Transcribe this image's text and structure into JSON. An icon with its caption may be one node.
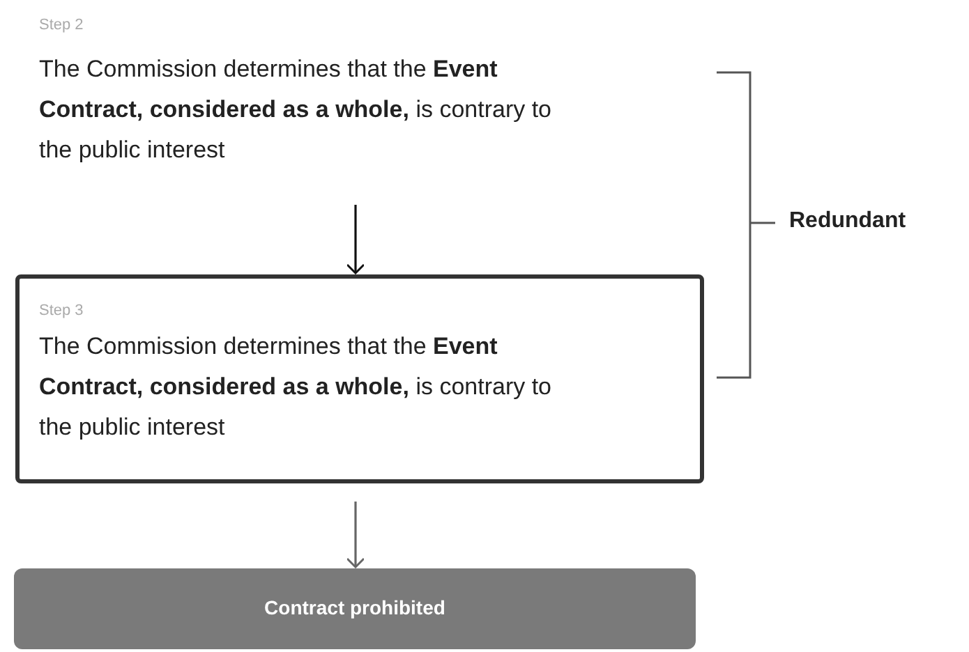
{
  "diagram": {
    "nodes": [
      {
        "text": [
          "Step 2",
          "The Commission determines that the **Event Contract, considered as a whole,** is contrary to the public interest"
        ]
      },
      {
        "text": [
          "Step 3",
          "The Commission determines that the **Event Contract, considered as a whole,** is contrary to the public interest"
        ]
      },
      {
        "text": [
          "Contract prohibited"
        ]
      }
    ],
    "edges": [
      {
        "from": 0,
        "to": 1,
        "arrow": "to"
      },
      {
        "from": 1,
        "to": 2,
        "arrow": "to",
        "color": "#666666"
      }
    ],
    "labels": [
      "Redundant"
    ]
  }
}
